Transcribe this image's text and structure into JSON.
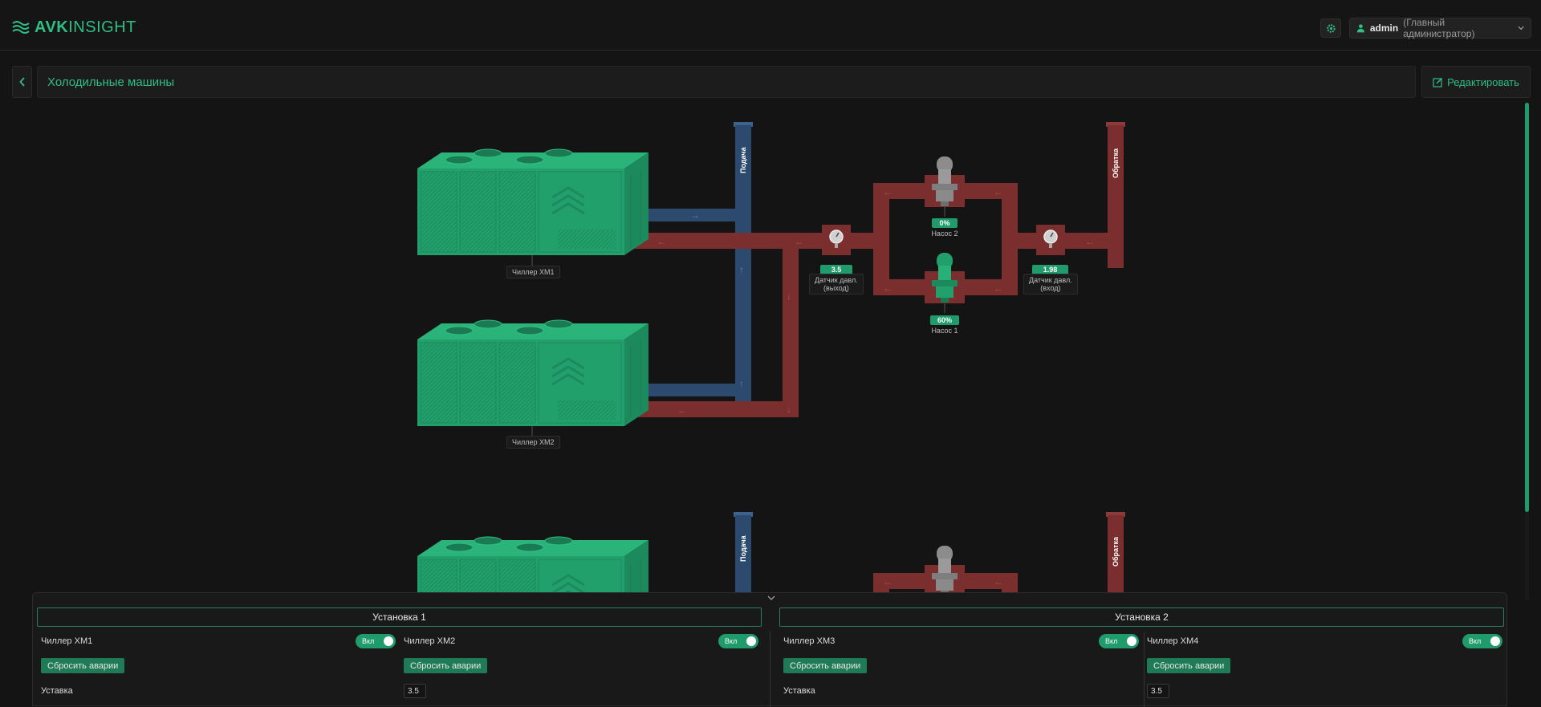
{
  "app": {
    "logo_bold": "AVK",
    "logo_light": "INSIGHT"
  },
  "user": {
    "name": "admin",
    "role": "(Главный администратор)"
  },
  "header": {
    "title": "Холодильные машины",
    "edit_label": "Редактировать"
  },
  "diagram": {
    "pipe_supply": "Подача",
    "pipe_return": "Обратка",
    "chillers": [
      "Чиллер ХМ1",
      "Чиллер ХМ2"
    ],
    "pumps": [
      {
        "name": "Насос 2",
        "value": "0%"
      },
      {
        "name": "Насос 1",
        "value": "60%"
      }
    ],
    "sensors": [
      {
        "value": "3.5 бар",
        "line1": "Датчик давл.",
        "line2": "(выход)"
      },
      {
        "value": "1.98 бар",
        "line1": "Датчик давл.",
        "line2": "(вход)"
      }
    ]
  },
  "panel": {
    "units": [
      {
        "title": "Установка 1",
        "chillers": [
          {
            "name": "Чиллер ХМ1",
            "toggle": "Вкл",
            "reset": "Сбросить аварии"
          },
          {
            "name": "Чиллер ХМ2",
            "toggle": "Вкл",
            "reset": "Сбросить аварии"
          }
        ],
        "setpoint_label": "Уставка",
        "setpoint_value": "3.5"
      },
      {
        "title": "Установка 2",
        "chillers": [
          {
            "name": "Чиллер ХМ3",
            "toggle": "Вкл",
            "reset": "Сбросить аварии"
          },
          {
            "name": "Чиллер ХМ4",
            "toggle": "Вкл",
            "reset": "Сбросить аварии"
          }
        ],
        "setpoint_label": "Уставка",
        "setpoint_value": "3.5"
      }
    ]
  },
  "colors": {
    "accent": "#2fbf86",
    "equipment": "#22a06b",
    "supply": "#2c4a6e",
    "return": "#7a2e2e"
  },
  "icons": [
    "logo-waves-icon",
    "gear-icon",
    "user-icon",
    "chevron-down-icon",
    "chevron-left-icon",
    "edit-icon",
    "pressure-gauge-icon",
    "pump-icon",
    "fan-icon"
  ]
}
